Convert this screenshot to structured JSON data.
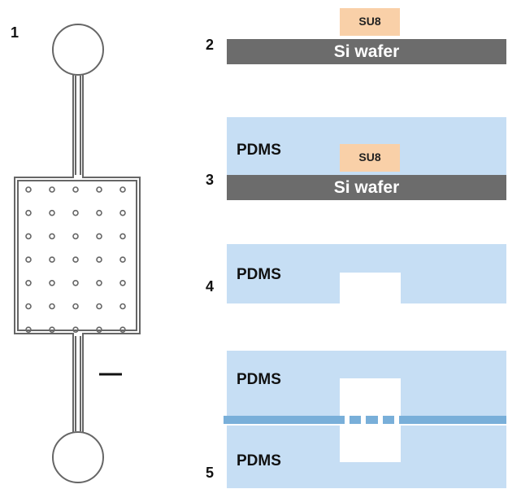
{
  "labels": {
    "step1": "1",
    "step2": "2",
    "step3": "3",
    "step4": "4",
    "step5": "5"
  },
  "layers": {
    "pdms": "PDMS",
    "su8": "SU8",
    "si_wafer": "Si wafer"
  },
  "colors": {
    "pdms": "#c6def4",
    "si_wafer": "#6c6c6c",
    "su8": "#f9d0a8",
    "membrane": "#79afd9",
    "chip_outline": "#666666"
  },
  "chip": {
    "pillar_rows": 7,
    "pillar_cols": 5
  }
}
